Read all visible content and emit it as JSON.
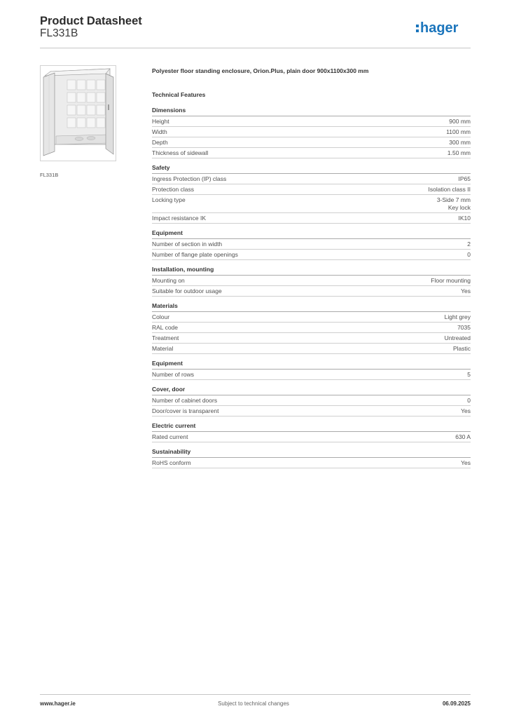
{
  "header": {
    "title": "Product Datasheet",
    "subtitle": "FL331B"
  },
  "logo": {
    "text": "hager",
    "color": "#1b75bc"
  },
  "product": {
    "image_caption": "FL331B",
    "description": "Polyester floor standing enclosure, Orion.Plus, plain door 900x1100x300 mm",
    "features_heading": "Technical Features"
  },
  "sections": [
    {
      "title": "Dimensions",
      "rows": [
        {
          "label": "Height",
          "value": "900 mm"
        },
        {
          "label": "Width",
          "value": "1100 mm"
        },
        {
          "label": "Depth",
          "value": "300 mm"
        },
        {
          "label": "Thickness of sidewall",
          "value": "1.50 mm"
        }
      ]
    },
    {
      "title": "Safety",
      "rows": [
        {
          "label": "Ingress Protection (IP) class",
          "value": "IP65"
        },
        {
          "label": "Protection class",
          "value": "Isolation class II"
        },
        {
          "label": "Locking type",
          "value": "3-Side 7 mm\nKey lock"
        },
        {
          "label": "Impact resistance IK",
          "value": "IK10"
        }
      ]
    },
    {
      "title": "Equipment",
      "rows": [
        {
          "label": "Number of section in width",
          "value": "2"
        },
        {
          "label": "Number of flange plate openings",
          "value": "0"
        }
      ]
    },
    {
      "title": "Installation, mounting",
      "rows": [
        {
          "label": "Mounting on",
          "value": "Floor mounting"
        },
        {
          "label": "Suitable for outdoor usage",
          "value": "Yes"
        }
      ]
    },
    {
      "title": "Materials",
      "rows": [
        {
          "label": "Colour",
          "value": "Light grey"
        },
        {
          "label": "RAL code",
          "value": "7035"
        },
        {
          "label": "Treatment",
          "value": "Untreated"
        },
        {
          "label": "Material",
          "value": "Plastic"
        }
      ]
    },
    {
      "title": "Equipment",
      "rows": [
        {
          "label": "Number of rows",
          "value": "5"
        }
      ]
    },
    {
      "title": "Cover, door",
      "rows": [
        {
          "label": "Number of cabinet doors",
          "value": "0"
        },
        {
          "label": "Door/cover is transparent",
          "value": "Yes"
        }
      ]
    },
    {
      "title": "Electric current",
      "rows": [
        {
          "label": "Rated current",
          "value": "630 A"
        }
      ]
    },
    {
      "title": "Sustainability",
      "rows": [
        {
          "label": "RoHS conform",
          "value": "Yes"
        }
      ]
    }
  ],
  "footer": {
    "website": "www.hager.ie",
    "notice": "Subject to technical changes",
    "date": "06.09.2025"
  }
}
